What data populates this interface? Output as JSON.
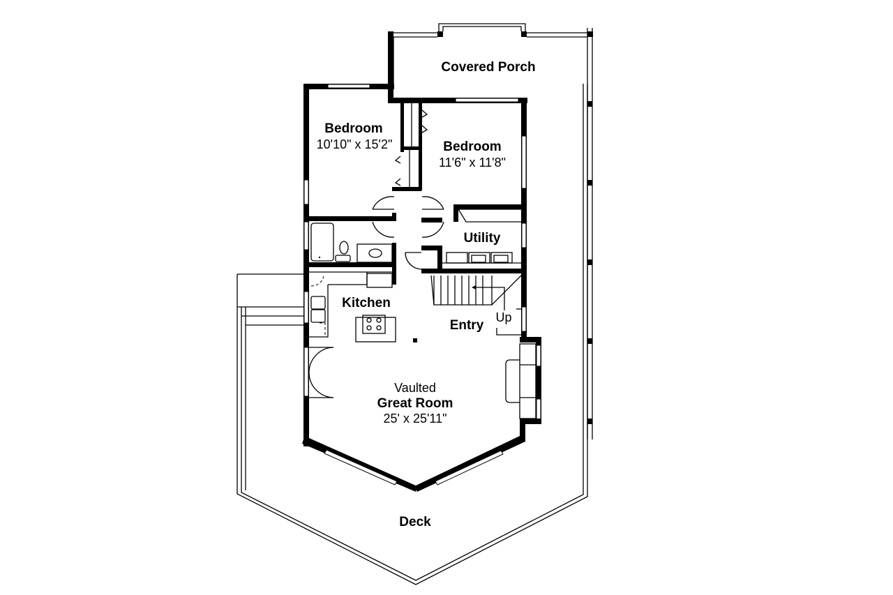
{
  "plan": {
    "type": "floor-plan",
    "rooms": {
      "covered_porch": {
        "name": "Covered Porch"
      },
      "bedroom_1": {
        "name": "Bedroom",
        "size": "10'10\" x 15'2\""
      },
      "bedroom_2": {
        "name": "Bedroom",
        "size": "11'6\" x 11'8\""
      },
      "utility": {
        "name": "Utility"
      },
      "kitchen": {
        "name": "Kitchen"
      },
      "entry": {
        "name": "Entry"
      },
      "stairs": {
        "label": "Up"
      },
      "great_room": {
        "prefix": "Vaulted",
        "name": "Great Room",
        "size": "25' x 25'11\""
      },
      "deck": {
        "name": "Deck"
      }
    },
    "colors": {
      "wall": "#000000",
      "background": "#ffffff"
    }
  }
}
